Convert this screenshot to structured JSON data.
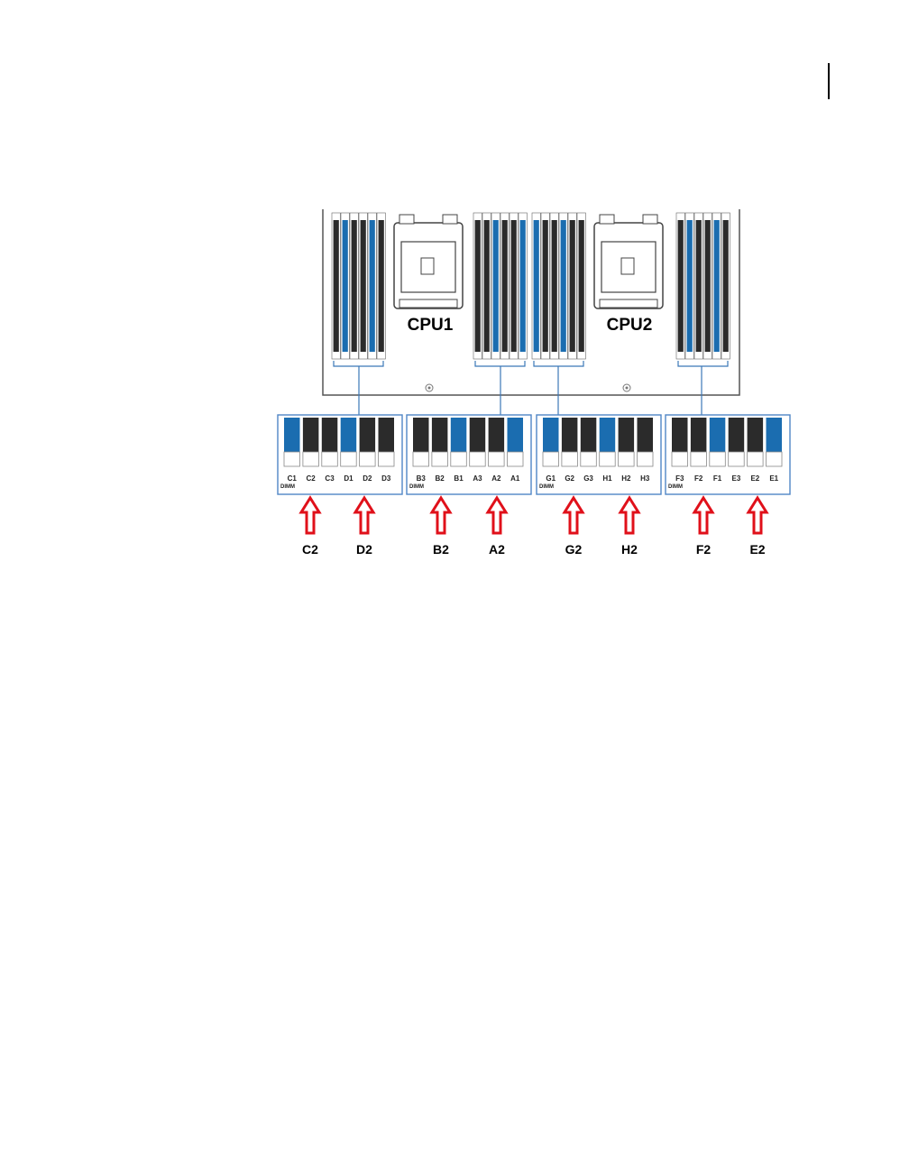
{
  "colors": {
    "slot_blue": "#1b6db0",
    "slot_black": "#2b2b2b",
    "panel_border": "#4f86c6",
    "board_line": "#555555",
    "arrow_red": "#e0101a"
  },
  "board": {
    "cpus": [
      "CPU1",
      "CPU2"
    ]
  },
  "groups": [
    {
      "id": "cd",
      "dimm_label": "DIMM",
      "slots": [
        {
          "label": "C1",
          "color": "blue"
        },
        {
          "label": "C2",
          "color": "black"
        },
        {
          "label": "C3",
          "color": "black"
        },
        {
          "label": "D1",
          "color": "blue"
        },
        {
          "label": "D2",
          "color": "black"
        },
        {
          "label": "D3",
          "color": "black"
        }
      ]
    },
    {
      "id": "ba",
      "dimm_label": "DIMM",
      "slots": [
        {
          "label": "B3",
          "color": "black"
        },
        {
          "label": "B2",
          "color": "black"
        },
        {
          "label": "B1",
          "color": "blue"
        },
        {
          "label": "A3",
          "color": "black"
        },
        {
          "label": "A2",
          "color": "black"
        },
        {
          "label": "A1",
          "color": "blue"
        }
      ]
    },
    {
      "id": "gh",
      "dimm_label": "DIMM",
      "slots": [
        {
          "label": "G1",
          "color": "blue"
        },
        {
          "label": "G2",
          "color": "black"
        },
        {
          "label": "G3",
          "color": "black"
        },
        {
          "label": "H1",
          "color": "blue"
        },
        {
          "label": "H2",
          "color": "black"
        },
        {
          "label": "H3",
          "color": "black"
        }
      ]
    },
    {
      "id": "fe",
      "dimm_label": "DIMM",
      "slots": [
        {
          "label": "F3",
          "color": "black"
        },
        {
          "label": "F2",
          "color": "black"
        },
        {
          "label": "F1",
          "color": "blue"
        },
        {
          "label": "E3",
          "color": "black"
        },
        {
          "label": "E2",
          "color": "black"
        },
        {
          "label": "E1",
          "color": "blue"
        }
      ]
    }
  ],
  "callouts": [
    "C2",
    "D2",
    "B2",
    "A2",
    "G2",
    "H2",
    "F2",
    "E2"
  ]
}
